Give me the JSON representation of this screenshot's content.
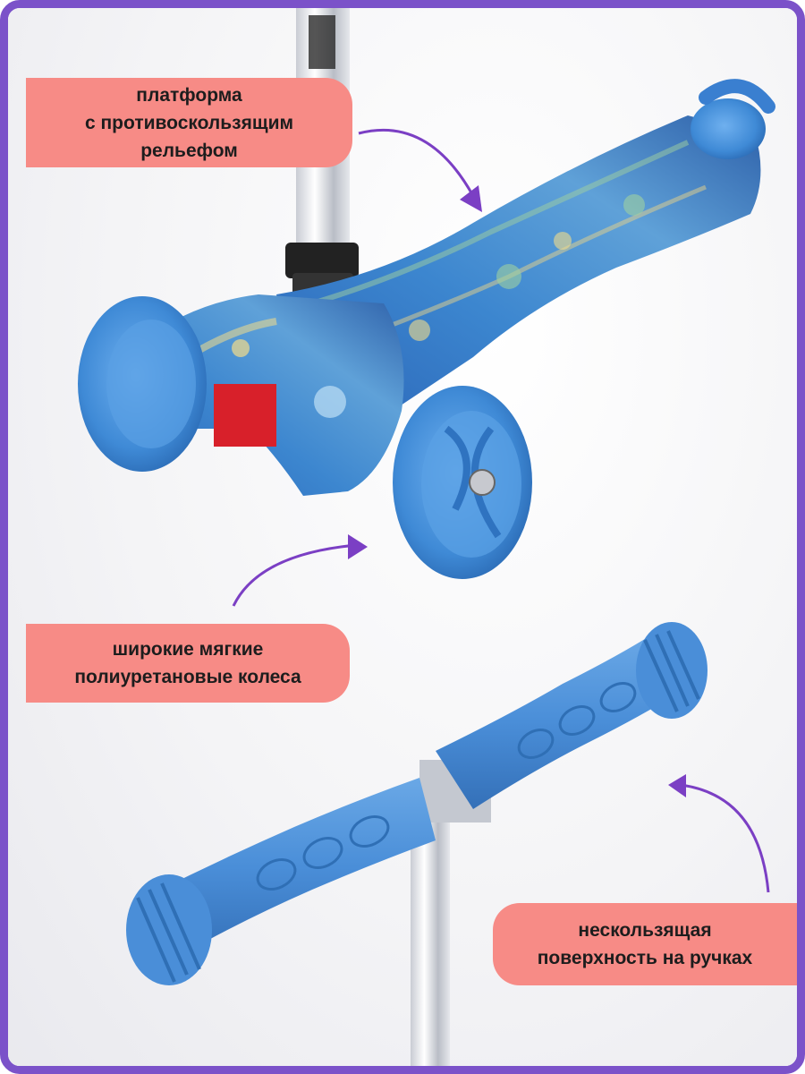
{
  "callouts": {
    "platform": {
      "line1": "платформа",
      "line2": "с противоскользящим",
      "line3": "рельефом"
    },
    "wheels": {
      "line1": "широкие мягкие",
      "line2": "полиуретановые колеса"
    },
    "handles": {
      "line1": "нескользящая",
      "line2": "поверхность на ручках"
    }
  },
  "colors": {
    "frame": "#7b52c9",
    "label_bg": "#f78b86",
    "arrow": "#7b3fc4",
    "scooter_blue": "#3a7fd0",
    "grip_blue": "#4b8fd8"
  }
}
